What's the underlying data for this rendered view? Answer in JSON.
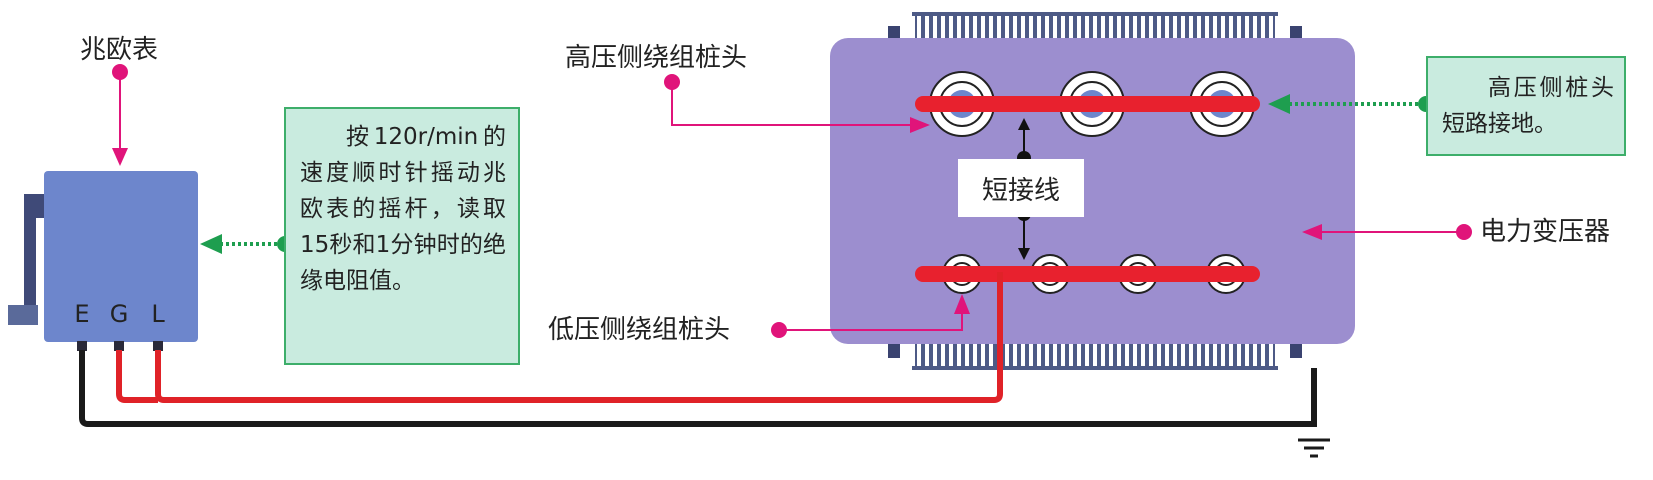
{
  "labels": {
    "megger": "兆欧表",
    "terminals": [
      "E",
      "G",
      "L"
    ],
    "hv_terminal": "高压侧绕组桩头",
    "lv_terminal": "低压侧绕组桩头",
    "shorting_wire": "短接线",
    "transformer": "电力变压器"
  },
  "notes": {
    "procedure": "按120r/min的速度顺时针摇动兆欧表的摇杆，读取15秒和1分钟时的绝缘电阻值。",
    "hv_ground": "高压侧桩头短路接地。"
  },
  "colors": {
    "transformer_body": "#9c8ecf",
    "megger_body": "#6d86cc",
    "short_bar": "#e8212e",
    "lead_red": "#e02228",
    "lead_black": "#1a1a1a",
    "note_fill": "#c9ebdf",
    "note_border": "#3dae6a",
    "pointer_magenta": "#e0147a",
    "pointer_green": "#1e9e4f"
  }
}
